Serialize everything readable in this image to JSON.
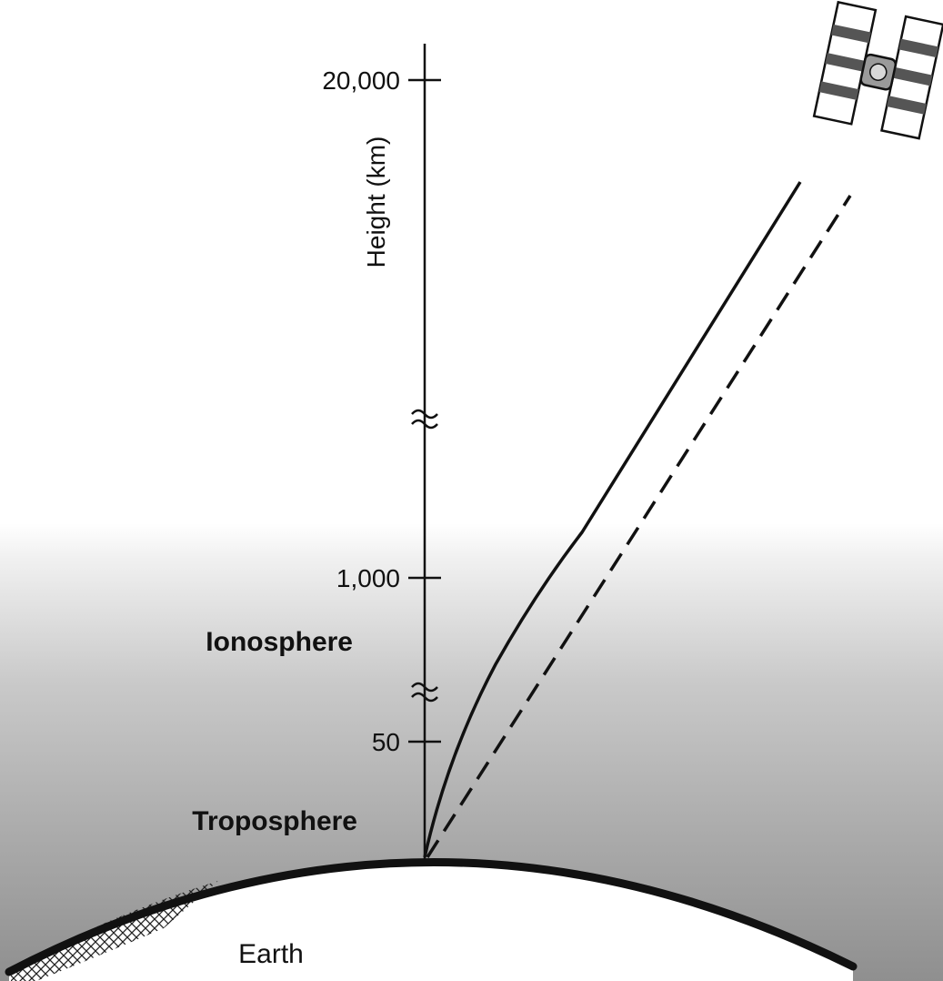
{
  "axis": {
    "title": "Height (km)",
    "ticks": [
      "20,000",
      "1,000",
      "50"
    ]
  },
  "layers": {
    "ionosphere": "Ionosphere",
    "troposphere": "Troposphere",
    "earth": "Earth"
  },
  "signal_paths": [
    {
      "style": "solid",
      "description_shown": false
    },
    {
      "style": "dashed",
      "description_shown": false
    }
  ],
  "icons": [
    "satellite-icon"
  ],
  "colors": {
    "ink": "#111111",
    "atmosphere_top": "#ffffff",
    "atmosphere_bottom": "#8f8f8f"
  }
}
